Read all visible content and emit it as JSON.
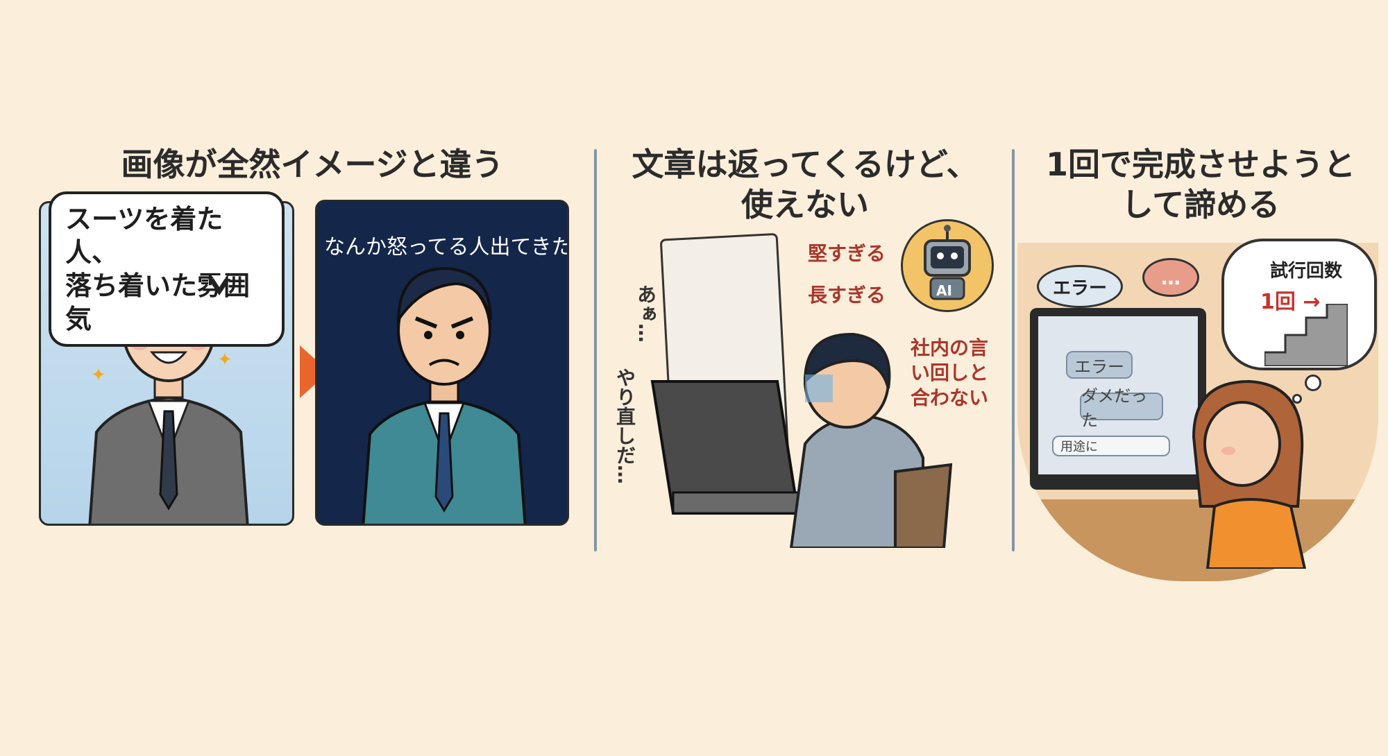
{
  "panel1": {
    "title": "画像が全然イメージと違う",
    "request_bubble": [
      "スーツを着た人、",
      "落ち着いた雰囲気"
    ],
    "result_caption": "なんか怒ってる人出てきた"
  },
  "panel2": {
    "title_line1": "文章は返ってくるけど、",
    "title_line2": "使えない",
    "label_stiff": "堅すぎる",
    "label_long": "長すぎる",
    "label_mismatch": [
      "社内の言",
      "い回しと",
      "合わない"
    ],
    "ai_label": "AI",
    "sigh_text": "あぁ…",
    "redo_text": "やり直しだ…"
  },
  "panel3": {
    "title_line1": "1回で完成させようと",
    "title_line2": "して諦める",
    "bubble_error": "エラー",
    "bubble_dots": "…",
    "thought_title": "試行回数",
    "thought_count": "1回 →",
    "screen_msg1": "エラー",
    "screen_msg2": "ダメだった",
    "screen_input": "用途に"
  },
  "colors": {
    "background": "#fbeedb",
    "accent_orange": "#e9652b",
    "red_text": "#a8372b",
    "divider": "#7f97a6"
  }
}
